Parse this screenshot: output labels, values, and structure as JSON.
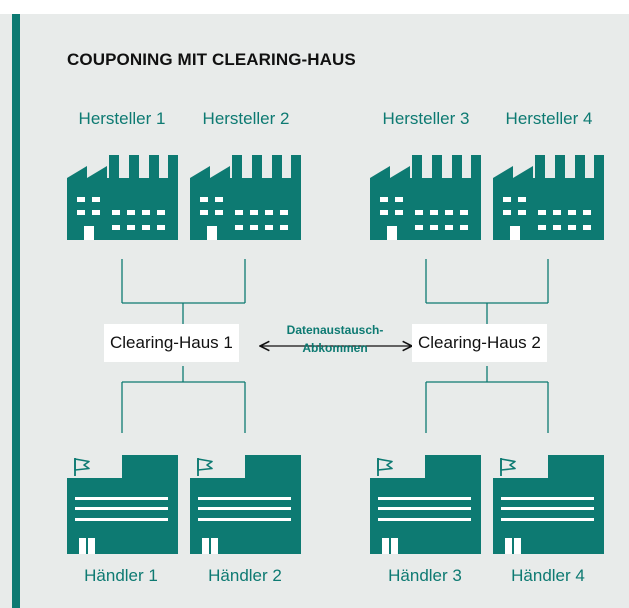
{
  "title": "COUPONING MIT CLEARING-HAUS",
  "manufacturers": [
    "Hersteller 1",
    "Hersteller 2",
    "Hersteller 3",
    "Hersteller 4"
  ],
  "clearing_houses": [
    "Clearing-Haus 1",
    "Clearing-Haus 2"
  ],
  "agreement": {
    "line1": "Datenaustausch-",
    "line2": "Abkommen"
  },
  "dealers": [
    "Händler 1",
    "Händler 2",
    "Händler 3",
    "Händler 4"
  ],
  "colors": {
    "teal": "#0d7a72",
    "panel": "#e8ebea",
    "box": "#ffffff",
    "text": "#111111"
  },
  "icons": {
    "factory": "factory-icon",
    "store": "store-icon",
    "flag": "flag-icon"
  }
}
